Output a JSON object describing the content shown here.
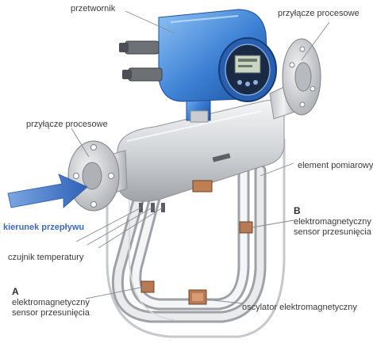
{
  "labels": {
    "transmitter": "przetwornik",
    "connection_right": "przyłącze procesowe",
    "connection_left": "przyłącze procesowe",
    "measuring_element": "element pomiarowy",
    "flow_direction": "kierunek przepływu",
    "sensor_b_letter": "B",
    "sensor_b_line1": "elektromagnetyczny",
    "sensor_b_line2": "sensor przesunięcia",
    "temp_sensor": "czujnik temperatury",
    "sensor_a_letter": "A",
    "sensor_a_line1": "elektromagnetyczny",
    "sensor_a_line2": "sensor przesunięcia",
    "oscillator": "oscylator elektromagnetyczny"
  },
  "colors": {
    "flow_arrow": "#3f6ab8",
    "transmitter_blue": "#3b7fd3",
    "housing_grey": "#c9ccd0"
  }
}
